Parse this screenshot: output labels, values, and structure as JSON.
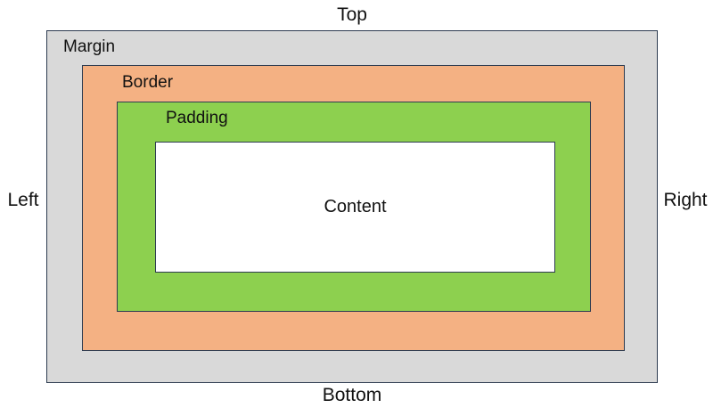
{
  "diagram": {
    "name": "css-box-model",
    "edge_labels": {
      "top": "Top",
      "bottom": "Bottom",
      "left": "Left",
      "right": "Right"
    },
    "boxes": {
      "margin": {
        "label": "Margin"
      },
      "border": {
        "label": "Border"
      },
      "padding": {
        "label": "Padding"
      },
      "content": {
        "label": "Content"
      }
    }
  },
  "colors": {
    "margin": "#d9d9d9",
    "border": "#f4b183",
    "padding": "#8dd04f",
    "content": "#ffffff",
    "outline": "#2d3b50",
    "text": "#111111",
    "background": "#ffffff"
  }
}
